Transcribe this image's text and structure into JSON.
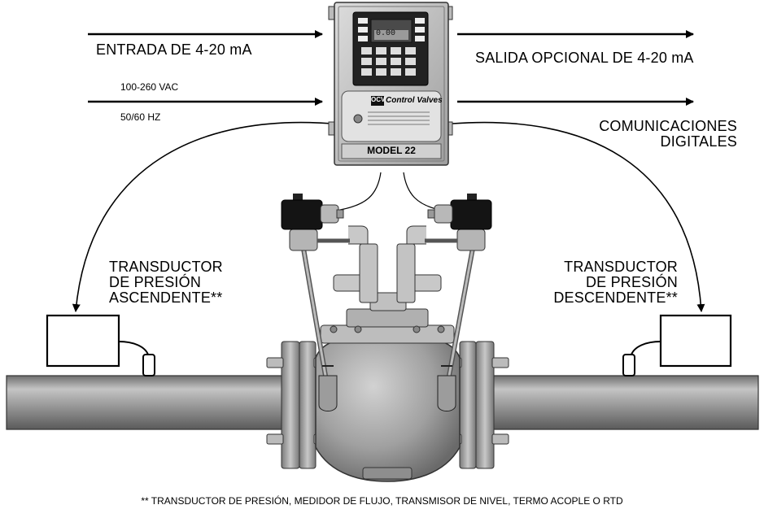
{
  "labels": {
    "input_signal": "ENTRADA DE 4-20 mA",
    "voltage": "100-260 VAC",
    "frequency": "50/60 HZ",
    "output_signal": "SALIDA OPCIONAL DE 4-20 mA",
    "digital_comms": [
      "COMUNICACIONES",
      "DIGITALES"
    ],
    "upstream_transducer": [
      "TRANSDUCTOR",
      "DE PRESIÓN",
      "ASCENDENTE**"
    ],
    "downstream_transducer": [
      "TRANSDUCTOR",
      "DE PRESIÓN",
      "DESCENDENTE**"
    ],
    "footnote": "** TRANSDUCTOR DE PRESIÓN, MEDIDOR DE FLUJO, TRANSMISOR DE NIVEL, TERMO ACOPLE O RTD"
  },
  "controller": {
    "brand": "Control Valves",
    "logo": "OCV",
    "model": "MODEL 22",
    "display_value": "0.00"
  },
  "colors": {
    "line": "#000000",
    "pipe": "#8c8c8c",
    "pipe_highlight": "#c4c4c4",
    "valve_body": "#a8a8a8",
    "enclosure": "#c9c9c9",
    "solenoid": "#141414"
  }
}
